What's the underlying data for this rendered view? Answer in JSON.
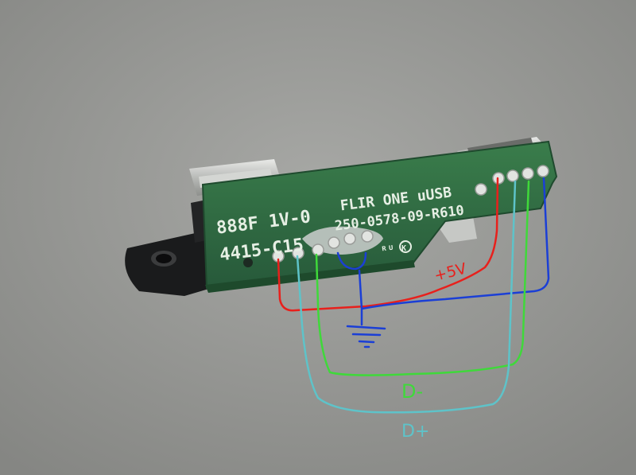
{
  "colors": {
    "background": "#9a9b98",
    "pcb": "#2f6b3e",
    "silkscreen": "#e6efe4",
    "wire_5v": "#e8201c",
    "wire_ground": "#1b3fd6",
    "wire_d_minus": "#3fd93a",
    "wire_d_plus": "#5ec3c9"
  },
  "board": {
    "silk_line1_left": "888F 1V-0",
    "silk_line2_left": "4415-C15",
    "silk_line1_right": "FLIR ONE uUSB",
    "silk_line2_right": "250-0578-09-R610"
  },
  "annotations": {
    "plus5v": "+5V",
    "d_minus": "D-",
    "d_plus": "D+"
  },
  "icons": {
    "ground": "ground-symbol-icon",
    "ul_mark": "ul-recognized-mark",
    "ce_mark": "ke-mark"
  }
}
